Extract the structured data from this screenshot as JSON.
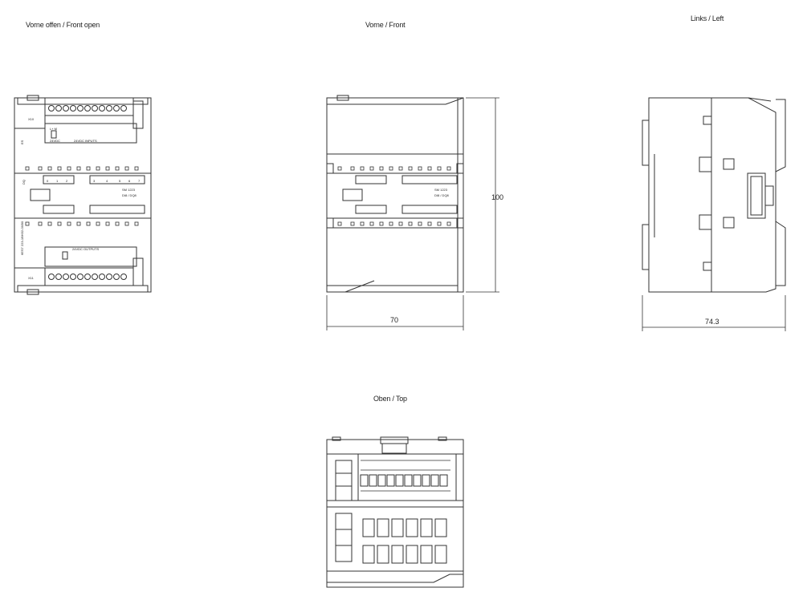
{
  "views": {
    "front_open": {
      "label": "Vorne offen / Front open",
      "top_connector_id": "X10",
      "bottom_connector_id": "X11",
      "side_text": "ES",
      "lower_side_text": "DQ",
      "serial_text": "6ES7 223-1BH32-0XB0",
      "supply_top": "L+ M",
      "supply_label": "24VDC",
      "inputs_label": "24VDC INPUTS",
      "module_name": "SM 1223",
      "module_type": "DI8 / DQ8",
      "outputs_label": "24VDC OUTPUTS",
      "channels": [
        "0",
        "1",
        "2",
        "3",
        "4",
        "5",
        "6",
        "7"
      ]
    },
    "front": {
      "label": "Vorne / Front",
      "height_dim": "100",
      "width_dim": "70",
      "module_name": "SM 1223",
      "module_type": "DI8 / DQ8"
    },
    "left": {
      "label": "Links / Left",
      "depth_dim": "74.3"
    },
    "top": {
      "label": "Oben / Top"
    }
  },
  "colors": {
    "line": "#333333",
    "paper": "#ffffff"
  }
}
